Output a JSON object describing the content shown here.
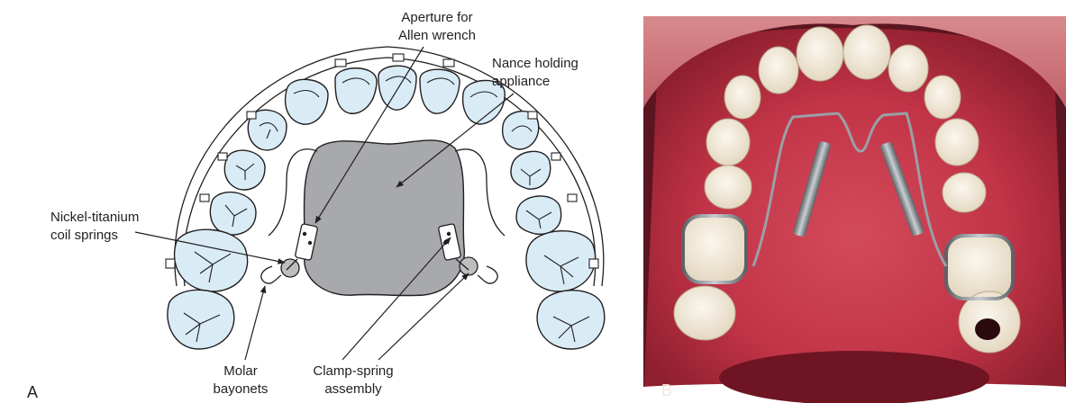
{
  "panel_a": {
    "letter": "A",
    "labels": {
      "aperture_line1": "Aperture for",
      "aperture_line2": "Allen wrench",
      "nance_line1": "Nance holding",
      "nance_line2": "appliance",
      "nickel_line1": "Nickel-titanium",
      "nickel_line2": "coil springs",
      "molar_line1": "Molar",
      "molar_line2": "bayonets",
      "clamp_line1": "Clamp-spring",
      "clamp_line2": "assembly"
    },
    "colors": {
      "tooth_fill": "#d9ecf6",
      "appliance_fill": "#a7a9ac",
      "ink": "#231f20"
    }
  },
  "panel_b": {
    "letter": "B",
    "colors": {
      "palate": "#c8384a",
      "lips": "#e07b82",
      "enamel": "#f4ede0",
      "metal": "#8a8f95"
    }
  }
}
